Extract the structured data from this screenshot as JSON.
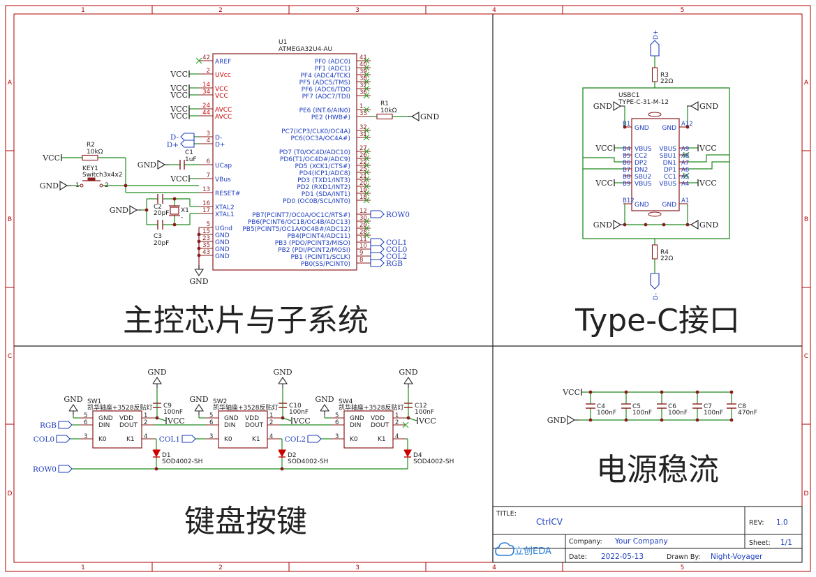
{
  "sheet": {
    "border_cols": [
      "1",
      "2",
      "3",
      "4",
      "5"
    ],
    "border_rows": [
      "A",
      "B",
      "C",
      "D"
    ]
  },
  "sections": {
    "mcu": "主控芯片与子系统",
    "typec": "Type-C接口",
    "keys": "键盘按键",
    "power": "电源稳流"
  },
  "mcu": {
    "ref": "U1",
    "part": "ATMEGA32U4-AU",
    "left_pins": [
      {
        "num": "42",
        "name": "AREF"
      },
      {
        "num": "2",
        "name": "UVcc"
      },
      {
        "num": "14",
        "name": "VCC"
      },
      {
        "num": "34",
        "name": "VCC"
      },
      {
        "num": "24",
        "name": "AVCC"
      },
      {
        "num": "44",
        "name": "AVCC"
      },
      {
        "num": "3",
        "name": "D-"
      },
      {
        "num": "4",
        "name": "D+"
      },
      {
        "num": "6",
        "name": "UCap"
      },
      {
        "num": "7",
        "name": "VBus"
      },
      {
        "num": "13",
        "name": "RESET#"
      },
      {
        "num": "16",
        "name": "XTAL2"
      },
      {
        "num": "17",
        "name": "XTAL1"
      },
      {
        "num": "5",
        "name": "UGnd"
      },
      {
        "num": "15",
        "name": "GND"
      },
      {
        "num": "23",
        "name": "GND"
      },
      {
        "num": "35",
        "name": "GND"
      },
      {
        "num": "43",
        "name": "GND"
      }
    ],
    "right_pins": [
      {
        "num": "41",
        "name": "PF0 (ADC0)"
      },
      {
        "num": "40",
        "name": "PF1 (ADC1)"
      },
      {
        "num": "39",
        "name": "PF4 (ADC4/TCK)"
      },
      {
        "num": "38",
        "name": "PF5 (ADC5/TMS)"
      },
      {
        "num": "37",
        "name": "PF6 (ADC6/TDO"
      },
      {
        "num": "36",
        "name": "PF7 (ADC7/TDI)"
      },
      {
        "num": "1",
        "name": "PE6 (INT.6/AIN0)"
      },
      {
        "num": "33",
        "name": "PE2 (HWB#)"
      },
      {
        "num": "32",
        "name": "PC7(ICP3/CLK0/OC4A)"
      },
      {
        "num": "31",
        "name": "PC6(OC3A/OC4A#)"
      },
      {
        "num": "27",
        "name": "PD7 (T0/OC4D/ADC10)"
      },
      {
        "num": "26",
        "name": "PD6(T1/OC4D#/ADC9)"
      },
      {
        "num": "22",
        "name": "PD5 (XCK1/CTS#)"
      },
      {
        "num": "25",
        "name": "PD4(ICP1/ADC8)"
      },
      {
        "num": "21",
        "name": "PD3 (TXD1/INT3)"
      },
      {
        "num": "20",
        "name": "PD2 (RXD1/INT2)"
      },
      {
        "num": "19",
        "name": "PD1 (SDA/INT1)"
      },
      {
        "num": "18",
        "name": "PD0 (OC0B/SCL/INT0)"
      },
      {
        "num": "12",
        "name": "PB7(PCINT7/OC0A/OC1C/RTS#)"
      },
      {
        "num": "30",
        "name": "PB6(PCINT6/OC1B/OC4B/ADC13)"
      },
      {
        "num": "29",
        "name": "PB5(PCINT5/OC1A/OC4B#/ADC12)"
      },
      {
        "num": "28",
        "name": "PB4(PCINT4/ADC11)"
      },
      {
        "num": "11",
        "name": "PB3 (PDO/PCINT3/MISO)"
      },
      {
        "num": "10",
        "name": "PB2 (PDI/PCINT2/MOSI)"
      },
      {
        "num": "9",
        "name": "PB1 (PCINT1/SCLK)"
      },
      {
        "num": "8",
        "name": "PB0(SS/PCINT0)"
      }
    ],
    "nets": {
      "vcc": "VCC",
      "gnd": "GND",
      "dm": "D-",
      "dp": "D+",
      "row0": "ROW0",
      "col1": "COL1",
      "col0": "COL0",
      "col2": "COL2",
      "rgb": "RGB"
    },
    "r1": {
      "ref": "R1",
      "val": "10kΩ"
    },
    "r2": {
      "ref": "R2",
      "val": "10kΩ"
    },
    "c1": {
      "ref": "C1",
      "val": "1uF"
    },
    "c2": {
      "ref": "C2",
      "val": "20pF"
    },
    "c3": {
      "ref": "C3",
      "val": "20pF"
    },
    "x1": {
      "ref": "X1",
      "pin": "-"
    },
    "key1": {
      "ref": "KEY1",
      "part": "Switch3x4x2",
      "p1": "1",
      "p2": "2"
    }
  },
  "usb": {
    "ref": "USBC1",
    "part": "TYPE-C-31-M-12",
    "r3": {
      "ref": "R3",
      "val": "22Ω"
    },
    "r4": {
      "ref": "R4",
      "val": "22Ω"
    },
    "dplus": "D+",
    "dminus": "D-",
    "left_pins": [
      {
        "num": "B1",
        "name": "GND"
      },
      {
        "num": "B4",
        "name": "VBUS"
      },
      {
        "num": "B5",
        "name": "CC2"
      },
      {
        "num": "B6",
        "name": "DP2"
      },
      {
        "num": "B7",
        "name": "DN2"
      },
      {
        "num": "B8",
        "name": "SBU2"
      },
      {
        "num": "B9",
        "name": "VBUS"
      },
      {
        "num": "B12",
        "name": "GND"
      }
    ],
    "right_pins": [
      {
        "num": "A12",
        "name": "GND"
      },
      {
        "num": "A9",
        "name": "VBUS"
      },
      {
        "num": "A8",
        "name": "SBU1"
      },
      {
        "num": "A7",
        "name": "DN1"
      },
      {
        "num": "A6",
        "name": "DP1"
      },
      {
        "num": "A5",
        "name": "CC1"
      },
      {
        "num": "A4",
        "name": "VBUS"
      },
      {
        "num": "A1",
        "name": "GND"
      }
    ],
    "gnd": "GND",
    "vcc": "VCC"
  },
  "keys": {
    "switches": [
      {
        "ref": "SW1",
        "part": "凯华轴座+3528反贴灯",
        "cap": "C9",
        "cap_val": "100nF",
        "diode": "D1",
        "diode_part": "SOD4002-SH",
        "col": "COL0"
      },
      {
        "ref": "SW2",
        "part": "凯华轴座+3528反贴灯",
        "cap": "C10",
        "cap_val": "100nF",
        "diode": "D2",
        "diode_part": "SOD4002-SH",
        "col": "COL1"
      },
      {
        "ref": "SW4",
        "part": "凯华轴座+3528反贴灯",
        "cap": "C12",
        "cap_val": "100nF",
        "diode": "D4",
        "diode_part": "SOD4002-SH",
        "col": "COL2"
      }
    ],
    "pins": {
      "gnd": "GND",
      "din": "DIN",
      "vdd": "VDD",
      "dout": "DOUT",
      "k0": "K0",
      "k1": "K1",
      "n5": "5",
      "n6": "6",
      "n3": "3",
      "n1": "1",
      "n2": "2",
      "n4": "4"
    },
    "rgb": "RGB",
    "row0": "ROW0",
    "gnd": "GND",
    "vcc": "VCC"
  },
  "power": {
    "vcc": "VCC",
    "gnd": "GND",
    "caps": [
      {
        "ref": "C4",
        "val": "100nF"
      },
      {
        "ref": "C5",
        "val": "100nF"
      },
      {
        "ref": "C6",
        "val": "100nF"
      },
      {
        "ref": "C7",
        "val": "100nF"
      },
      {
        "ref": "C8",
        "val": "470nF"
      }
    ]
  },
  "title_block": {
    "title_label": "TITLE:",
    "title": "CtrlCV",
    "rev_label": "REV:",
    "rev": "1.0",
    "company_label": "Company:",
    "company": "Your Company",
    "sheet_label": "Sheet:",
    "sheet": "1/1",
    "date_label": "Date:",
    "date": "2022-05-13",
    "drawn_label": "Drawn By:",
    "drawn": "Night-Voyager",
    "logo": "立创EDA"
  }
}
